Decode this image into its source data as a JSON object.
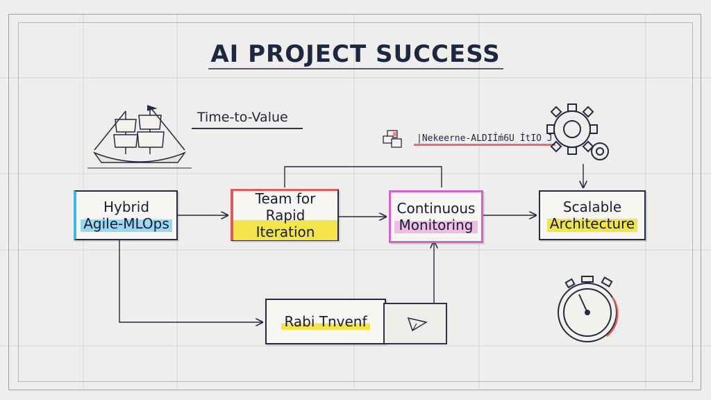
{
  "title": "AI PROJECT SUCCESS",
  "subtitle_note": "Time-to-Value",
  "reference_note": "|Nekeerne-ALDIÍḿ6U ÍtIO J",
  "boxes": {
    "hybrid": {
      "label": "Hybrid\nAgile-MLOps"
    },
    "team": {
      "label": "Team for\nRapid Iteration"
    },
    "monitoring": {
      "label": "Continuous\nMonitoring"
    },
    "scalable": {
      "label": "Scalable\nArchitecture"
    },
    "bottom": {
      "label": "Rabi Tnvenf"
    }
  },
  "icons": {
    "ship": "sailing-ship-icon",
    "gears": "gears-icon",
    "stopwatch": "stopwatch-icon",
    "blocks": "blocks-icon",
    "send": "send-arrow-icon"
  },
  "colors": {
    "ink": "#1d2740",
    "cyan": "#3fb7e6",
    "red": "#e05a5a",
    "magenta": "#d660c8",
    "yellow": "#f3e44b",
    "paper": "#efeeec"
  }
}
